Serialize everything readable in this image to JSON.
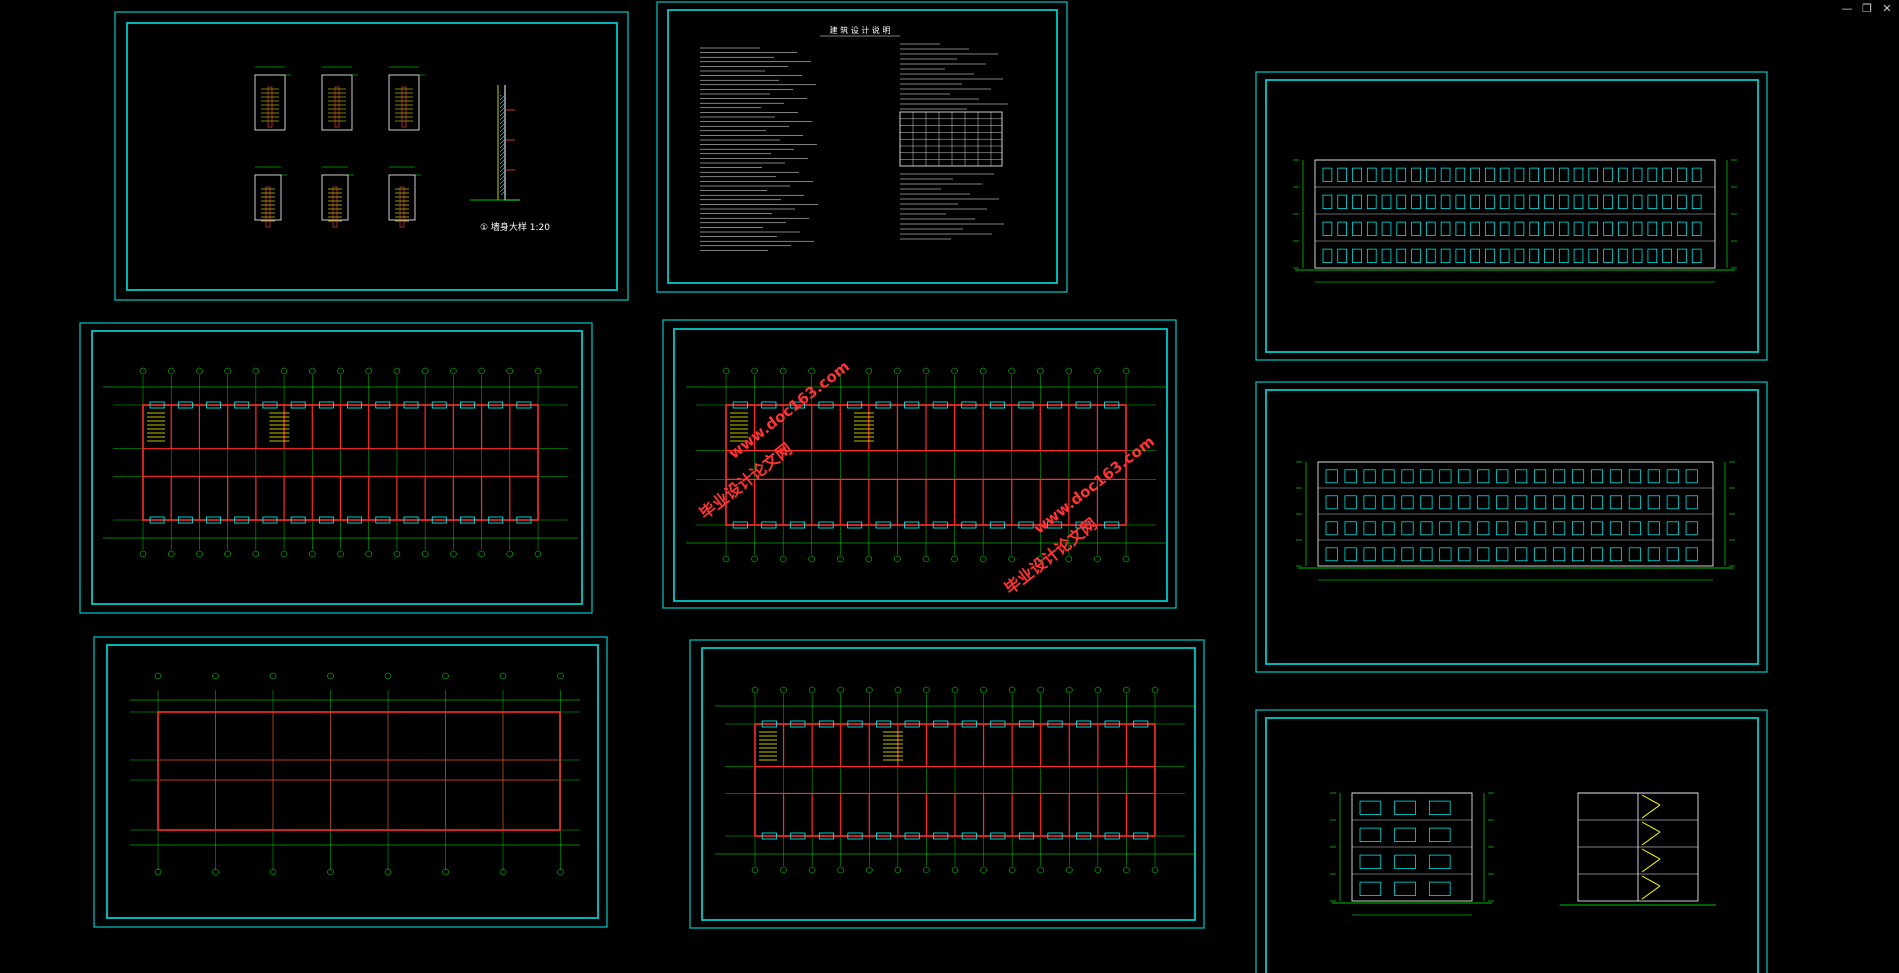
{
  "window": {
    "minimize_icon": "minimize-icon",
    "restore_icon": "restore-icon",
    "close_icon": "close-icon",
    "minimize_glyph": "—",
    "restore_glyph": "❐",
    "close_glyph": "✕"
  },
  "colors": {
    "background": "#000000",
    "frame": "#00c8c8",
    "grid_green": "#00ff00",
    "wall_red": "#ff2a2a",
    "text_white": "#ffffff",
    "window_cyan": "#00ffff",
    "watermark": "#ff3333",
    "stair_yellow": "#ffff00"
  },
  "sheets": {
    "stair_details": {
      "detail_label": "① 墙身大样 1:20"
    },
    "design_notes": {
      "title": "建 筑 设 计 说 明"
    },
    "watermark": {
      "text1": "毕业设计论文网",
      "text2": "www.doc163.com"
    }
  }
}
